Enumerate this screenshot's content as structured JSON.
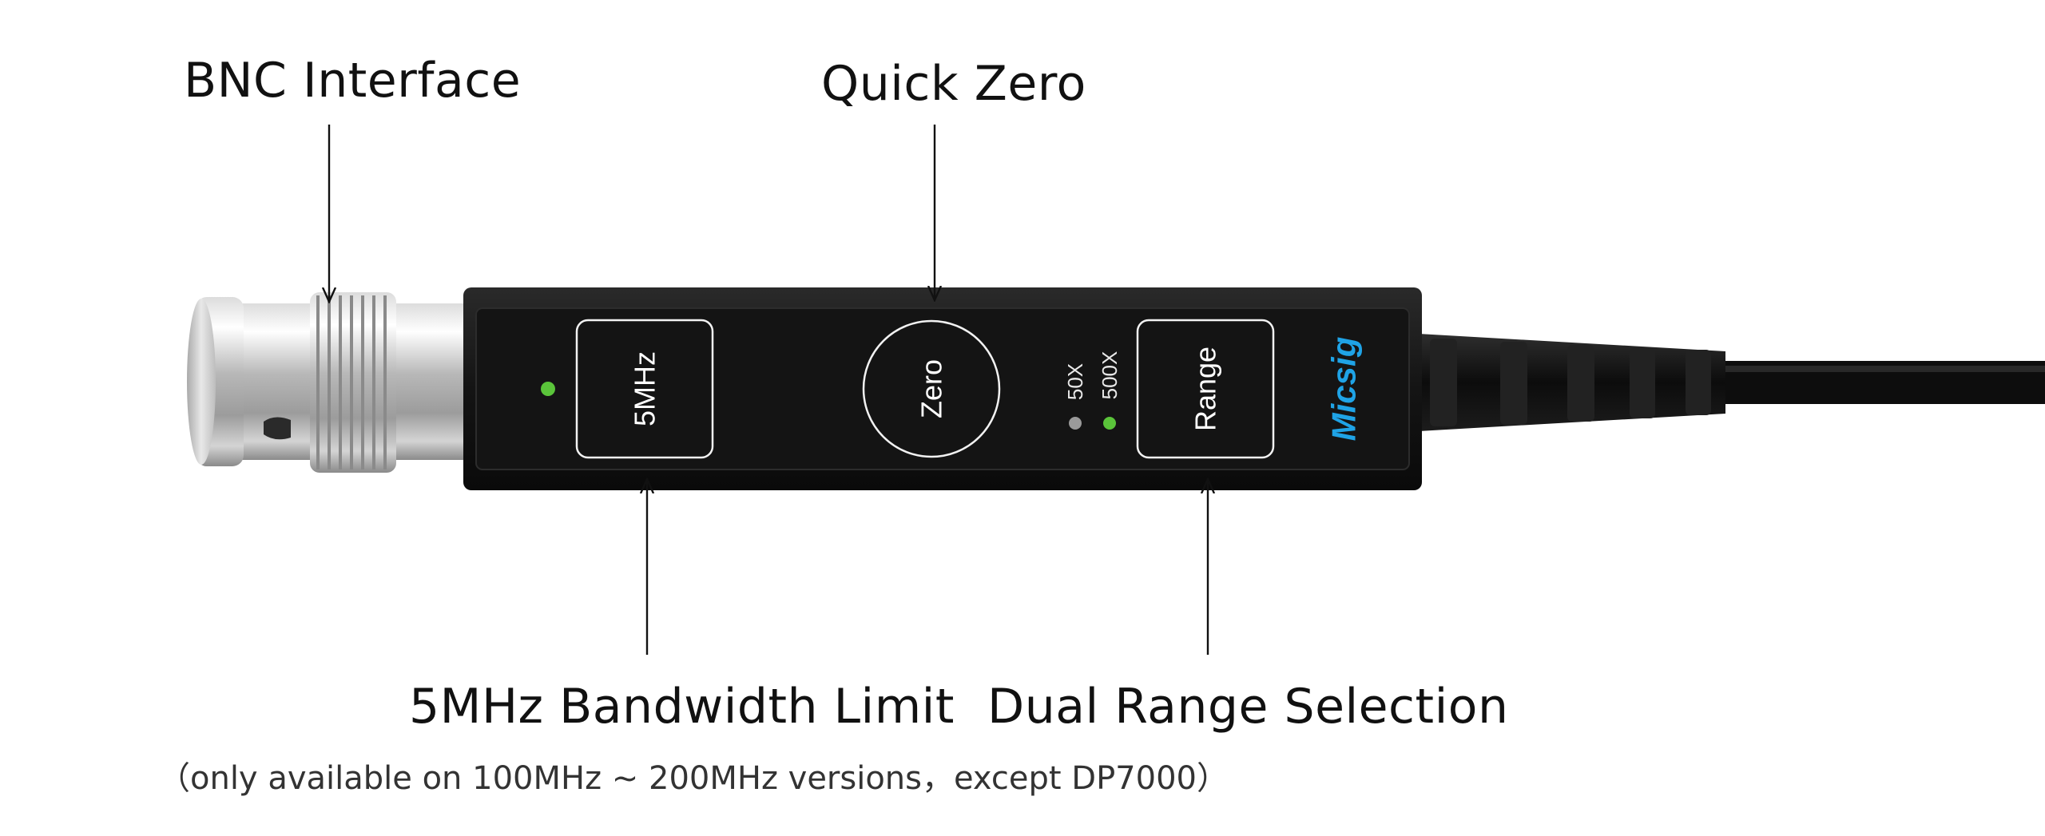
{
  "callouts": {
    "bnc": "BNC Interface",
    "zero": "Quick Zero",
    "bandwidth": "5MHz Bandwidth Limit",
    "range": "Dual Range Selection"
  },
  "note": "（only available on 100MHz ~ 200MHz versions，except DP7000）",
  "device": {
    "btn_bandwidth": "5MHz",
    "btn_zero": "Zero",
    "btn_range": "Range",
    "range_50x": "50X",
    "range_500x": "500X",
    "brand": "Micsig"
  },
  "colors": {
    "led_on": "#5ac43a",
    "led_off": "#9a9a9a",
    "brand": "#1fa3e6",
    "body": "#161616"
  }
}
